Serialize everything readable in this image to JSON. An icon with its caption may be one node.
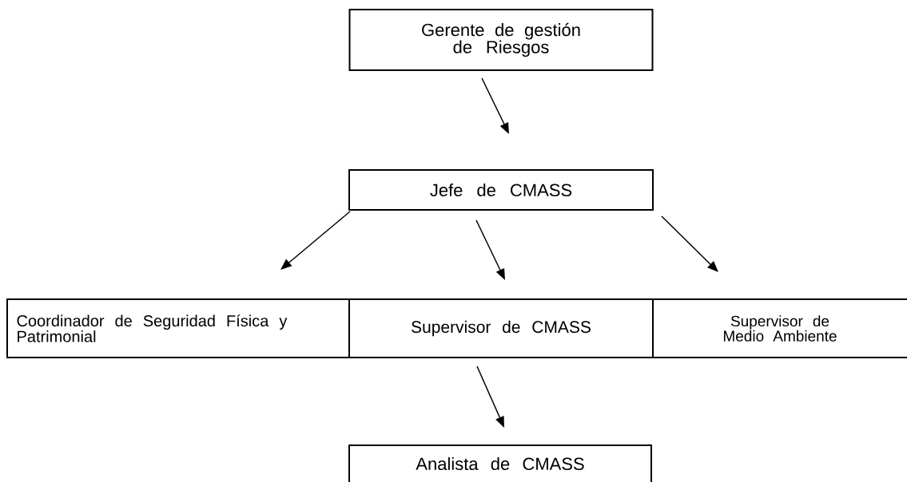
{
  "diagram": {
    "nodes": [
      {
        "text": [
          "Gerente de gestión de Riesgos"
        ]
      },
      {
        "text": [
          "Jefe de CMASS"
        ]
      },
      {
        "text": [
          "Coordinador de Seguridad Física y Patrimonial"
        ]
      },
      {
        "text": [
          "Supervisor de CMASS"
        ]
      },
      {
        "text": [
          "Supervisor de Medio Ambiente"
        ]
      },
      {
        "text": [
          "Analista de CMASS"
        ]
      }
    ],
    "edges": [
      {
        "from": 0,
        "to": 1,
        "arrow": "to"
      },
      {
        "from": 1,
        "to": 2,
        "arrow": "to"
      },
      {
        "from": 1,
        "to": 3,
        "arrow": "to"
      },
      {
        "from": 1,
        "to": 4,
        "arrow": "to"
      },
      {
        "from": 3,
        "to": 5,
        "arrow": "to"
      }
    ]
  }
}
